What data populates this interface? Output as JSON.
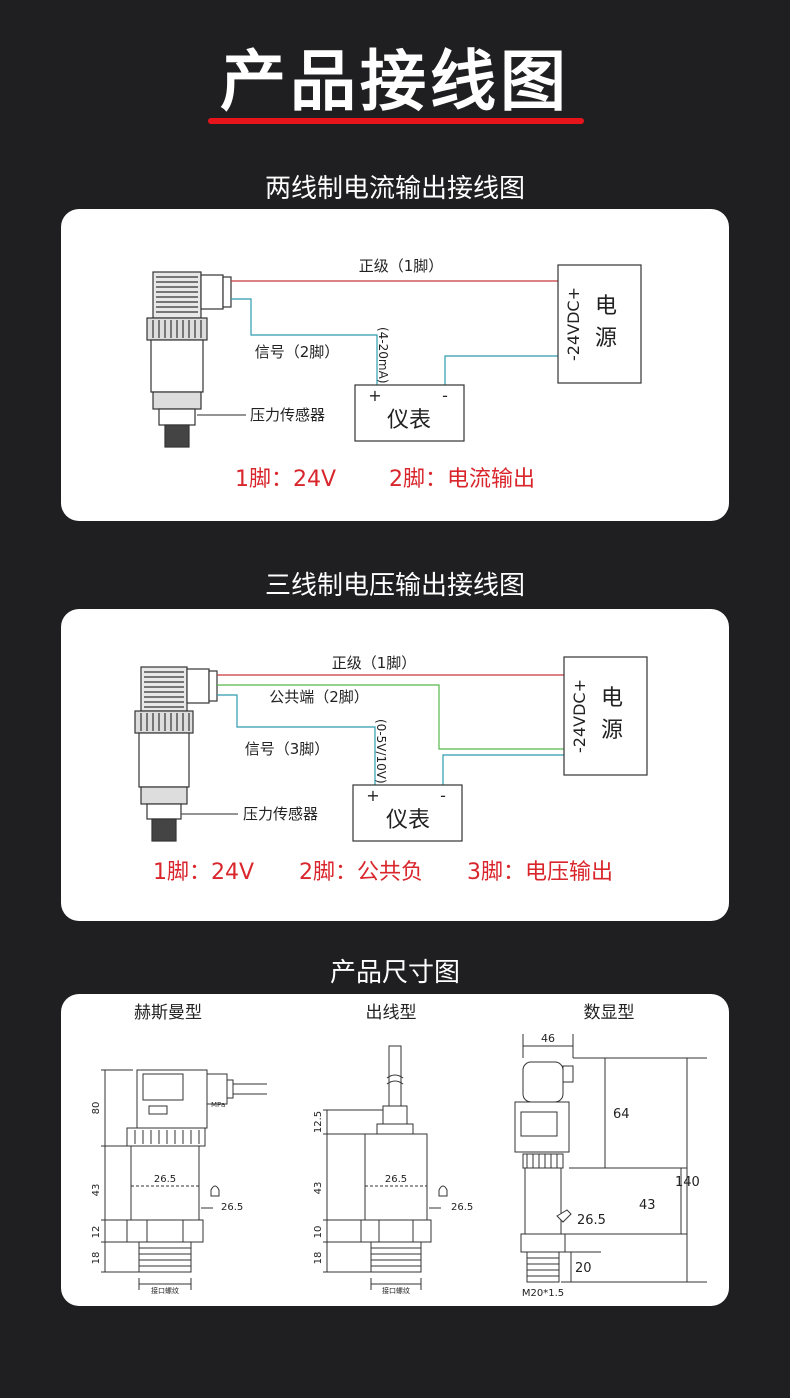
{
  "page": {
    "title": "产品接线图"
  },
  "section1": {
    "title": "两线制电流输出接线图",
    "wire_positive": "正级（1脚）",
    "wire_signal": "信号（2脚）",
    "current_range": "(4-20mA)",
    "sensor_label": "压力传感器",
    "meter_label": "仪表",
    "meter_plus": "+",
    "meter_minus": "-",
    "power_label_1": "电",
    "power_label_2": "源",
    "power_voltage": "-24VDC+",
    "pin1_note": "1脚：24V",
    "pin2_note": "2脚：电流输出"
  },
  "section2": {
    "title": "三线制电压输出接线图",
    "wire_positive": "正级（1脚）",
    "wire_common": "公共端（2脚）",
    "wire_signal": "信号（3脚）",
    "voltage_range": "(0-5V/10V)",
    "sensor_label": "压力传感器",
    "meter_label": "仪表",
    "meter_plus": "+",
    "meter_minus": "-",
    "power_label_1": "电",
    "power_label_2": "源",
    "power_voltage": "-24VDC+",
    "pin1_note": "1脚：24V",
    "pin2_note": "2脚：公共负",
    "pin3_note": "3脚：电压输出"
  },
  "section3": {
    "title": "产品尺寸图",
    "hirschmann": {
      "label": "赫斯曼型",
      "dim_80": "80",
      "dim_43": "43",
      "dim_12": "12",
      "dim_18": "18",
      "dim_26_5": "26.5",
      "wrench": "26.5",
      "thread_label": "接口螺纹",
      "face_label": "MPa"
    },
    "cable": {
      "label": "出线型",
      "dim_12_5": "12.5",
      "dim_43": "43",
      "dim_10": "10",
      "dim_18": "18",
      "dim_26_5": "26.5",
      "wrench": "26.5",
      "thread_label": "接口螺纹"
    },
    "digital": {
      "label": "数显型",
      "dim_46": "46",
      "dim_64": "64",
      "dim_43": "43",
      "dim_140": "140",
      "dim_20": "20",
      "wrench": "26.5",
      "thread_label": "M20*1.5"
    }
  },
  "colors": {
    "background": "#1f1f21",
    "accent_red": "#e8141c",
    "note_red": "#d9262c",
    "wire_red": "#c8363b",
    "wire_teal": "#2f9bb0",
    "wire_green": "#55b84a"
  }
}
